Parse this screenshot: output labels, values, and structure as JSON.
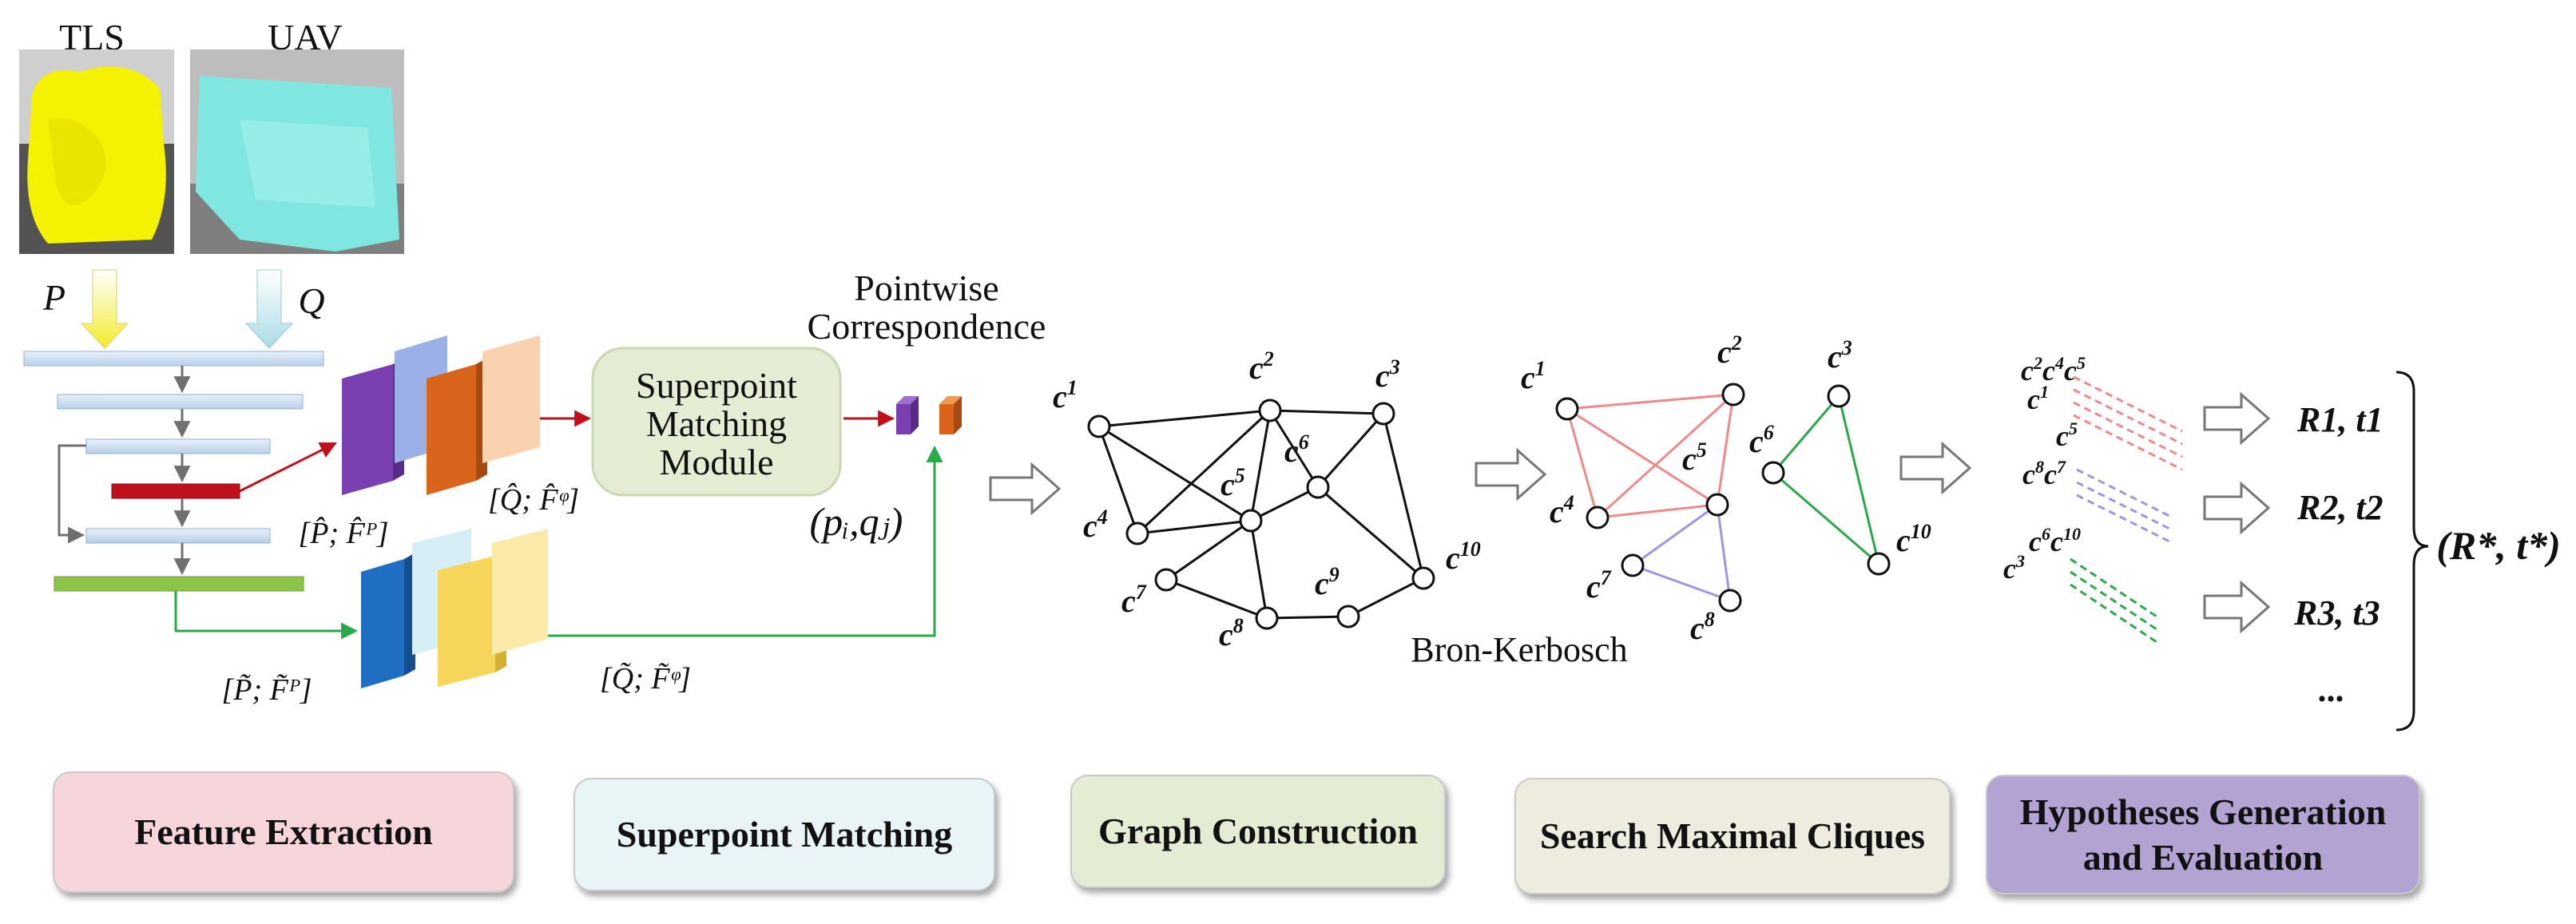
{
  "inputs": {
    "tls_label": "TLS",
    "uav_label": "UAV",
    "p_label": "P",
    "q_label": "Q"
  },
  "features": {
    "coarse_p": "[P̂; F̂ᴾ]",
    "coarse_q": "[Q̂; F̂ᵠ]",
    "fine_p": "[P̃; F̃ᴾ]",
    "fine_q": "[Q̃; F̃ᵠ]"
  },
  "matching_module": {
    "line1": "Superpoint",
    "line2": "Matching",
    "line3": "Module"
  },
  "correspondence": {
    "title_line1": "Pointwise",
    "title_line2": "Correspondence",
    "pair_label": "(pᵢ,qⱼ)"
  },
  "graph": {
    "nodes": [
      "c1",
      "c2",
      "c3",
      "c4",
      "c5",
      "c6",
      "c7",
      "c8",
      "c9",
      "c10"
    ]
  },
  "cliques": {
    "algorithm_label": "Bron-Kerbosch"
  },
  "hypotheses": {
    "rows": [
      "R1, t1",
      "R2, t2",
      "R3, t3",
      "..."
    ],
    "final": "(R*, t*)"
  },
  "stages": {
    "feature_extraction": "Feature Extraction",
    "superpoint_matching": "Superpoint Matching",
    "graph_construction": "Graph Construction",
    "search_cliques": "Search Maximal Cliques",
    "hypotheses_line1": "Hypotheses Generation",
    "hypotheses_line2": "and Evaluation"
  },
  "colors": {
    "tls_cloud": "#f5f200",
    "uav_cloud": "#7fe6e0",
    "purple_block": "#7a3fb0",
    "orange_block": "#d9651c",
    "blue_block": "#1f6fc4",
    "yellow_block": "#f5d55a",
    "red_arrow": "#c0101c",
    "green_arrow": "#2aa84a",
    "clique_red": "#ee8a8a",
    "clique_blue": "#9a98e0",
    "clique_green": "#2aa84a",
    "stage_pink": "#f6d6da",
    "stage_lightblue": "#e9f4f7",
    "stage_green": "#e4edd4",
    "stage_beige": "#eeebdf",
    "stage_purple": "#b3a3d3"
  }
}
